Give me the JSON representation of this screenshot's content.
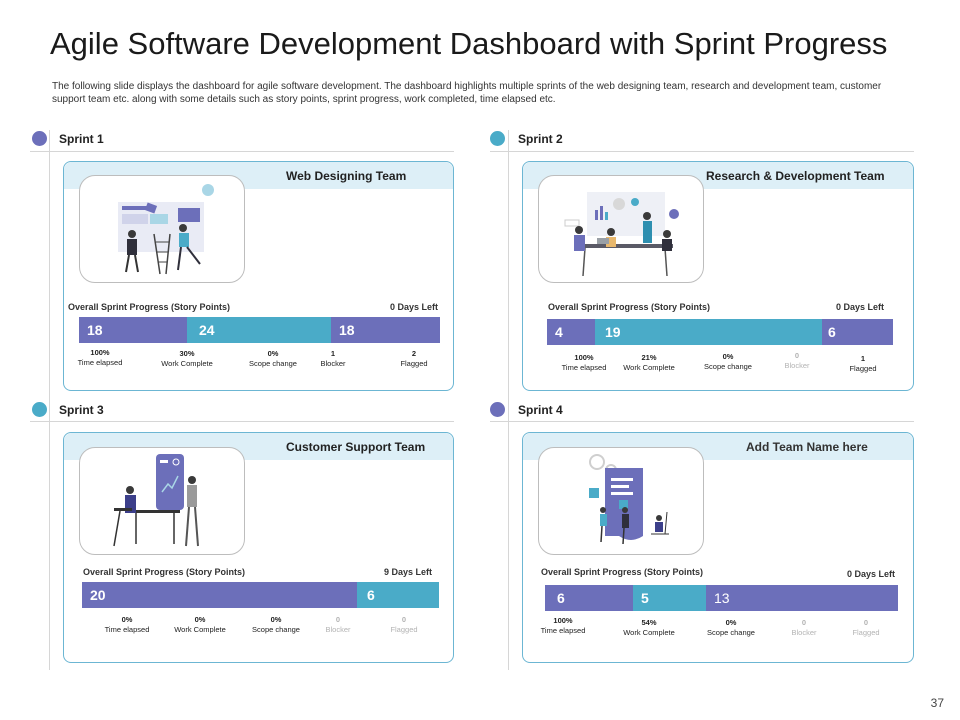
{
  "title": "Agile Software Development Dashboard with Sprint Progress",
  "description": "The following slide displays the dashboard for agile software development. The dashboard highlights multiple sprints of the web designing team, research and development team, customer support team etc. along with some details such as story points, sprint progress, work completed, time elapsed etc.",
  "page_number": "37",
  "colors": {
    "purple": "#6c6fba",
    "blue": "#4aabc8",
    "band": "#ddeff7",
    "border": "#6cb6d3"
  },
  "sprints": [
    {
      "label": "Sprint 1",
      "dot_color": "#6c6fba",
      "team": "Web Designing Team",
      "progress_label": "Overall Sprint Progress (Story Points)",
      "days_left": "0 Days Left",
      "segments": [
        "18",
        "24",
        "18"
      ],
      "stats": [
        {
          "value": "100%",
          "label": "Time elapsed"
        },
        {
          "value": "30%",
          "label": "Work Complete"
        },
        {
          "value": "0%",
          "label": "Scope change"
        },
        {
          "value": "1",
          "label": "Blocker"
        },
        {
          "value": "2",
          "label": "Flagged"
        }
      ]
    },
    {
      "label": "Sprint 2",
      "dot_color": "#4aabc8",
      "team": "Research & Development Team",
      "progress_label": "Overall Sprint Progress (Story Points)",
      "days_left": "0 Days Left",
      "segments": [
        "4",
        "19",
        "6"
      ],
      "stats": [
        {
          "value": "100%",
          "label": "Time elapsed"
        },
        {
          "value": "21%",
          "label": "Work Complete"
        },
        {
          "value": "0%",
          "label": "Scope change"
        },
        {
          "value": "0",
          "label": "Blocker"
        },
        {
          "value": "1",
          "label": "Flagged"
        }
      ]
    },
    {
      "label": "Sprint 3",
      "dot_color": "#4aabc8",
      "team": "Customer  Support Team",
      "progress_label": "Overall Sprint Progress (Story Points)",
      "days_left": "9 Days Left",
      "segments": [
        "20",
        "6"
      ],
      "stats": [
        {
          "value": "0%",
          "label": "Time elapsed"
        },
        {
          "value": "0%",
          "label": "Work Complete"
        },
        {
          "value": "0%",
          "label": "Scope change"
        },
        {
          "value": "0",
          "label": "Blocker"
        },
        {
          "value": "0",
          "label": "Flagged"
        }
      ]
    },
    {
      "label": "Sprint 4",
      "dot_color": "#6c6fba",
      "team": "Add Team Name here",
      "progress_label": "Overall Sprint Progress (Story Points)",
      "days_left": "0 Days Left",
      "segments": [
        "6",
        "5",
        "13"
      ],
      "stats": [
        {
          "value": "100%",
          "label": "Time elapsed"
        },
        {
          "value": "54%",
          "label": "Work Complete"
        },
        {
          "value": "0%",
          "label": "Scope change"
        },
        {
          "value": "0",
          "label": "Blocker"
        },
        {
          "value": "0",
          "label": "Flagged"
        }
      ]
    }
  ]
}
